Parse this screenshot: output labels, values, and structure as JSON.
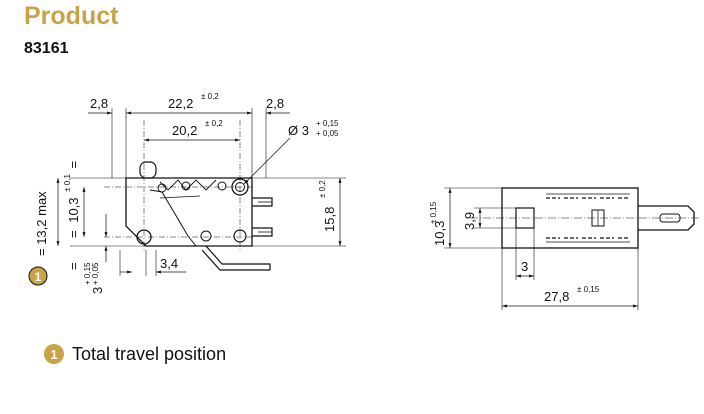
{
  "header": {
    "title": "Product",
    "product_code": "83161",
    "accent_color": "#c8a446"
  },
  "side_view": {
    "dims": {
      "left_offset": "2,8",
      "overall_width": "22,2",
      "overall_width_tol": "± 0,2",
      "right_offset": "2,8",
      "hole_pitch": "20,2",
      "hole_pitch_tol": "± 0,2",
      "hole_diameter": "Ø 3",
      "hole_tol_plus": "+ 0,15",
      "hole_tol_minus": "+ 0,05",
      "travel_height": "= 13,2 max",
      "hole_height_eq": "=",
      "hole_height": "10,3",
      "hole_height_tol": "± 0,1",
      "body_height": "15,8",
      "body_height_tol": "± 0,2",
      "bottom_offset_eq": "=",
      "bottom_offset": "3",
      "bottom_offset_tol_plus": "+ 0,15",
      "bottom_offset_tol_minus": "+ 0,05",
      "terminal_offset": "3,4"
    },
    "marker": "1"
  },
  "end_view": {
    "dims": {
      "height": "10,3",
      "height_tol": "± 0,15",
      "inner_height": "3,9",
      "slot_width": "3",
      "length": "27,8",
      "length_tol": "± 0,15"
    }
  },
  "legend": {
    "marker": "1",
    "text": "Total travel position"
  }
}
